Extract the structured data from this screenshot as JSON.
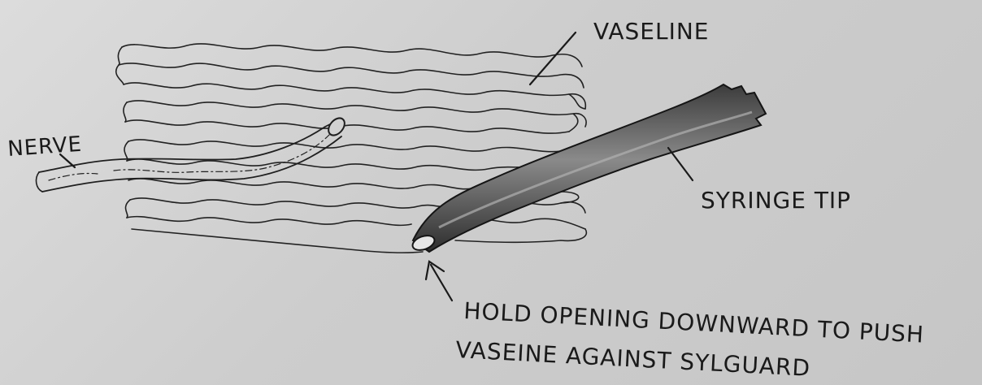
{
  "labels": {
    "vaseline": "VASELINE",
    "nerve": "NERVE",
    "syringe_tip": "SYRINGE TIP",
    "instruction_line1": "HOLD OPENING DOWNWARD TO PUSH",
    "instruction_line2": "VASEINE AGAINST SYLGUARD"
  },
  "colors": {
    "ink": "#1a1a1a",
    "paper": "#d4d4d4",
    "syringe_fill": "#5a5a5a"
  }
}
